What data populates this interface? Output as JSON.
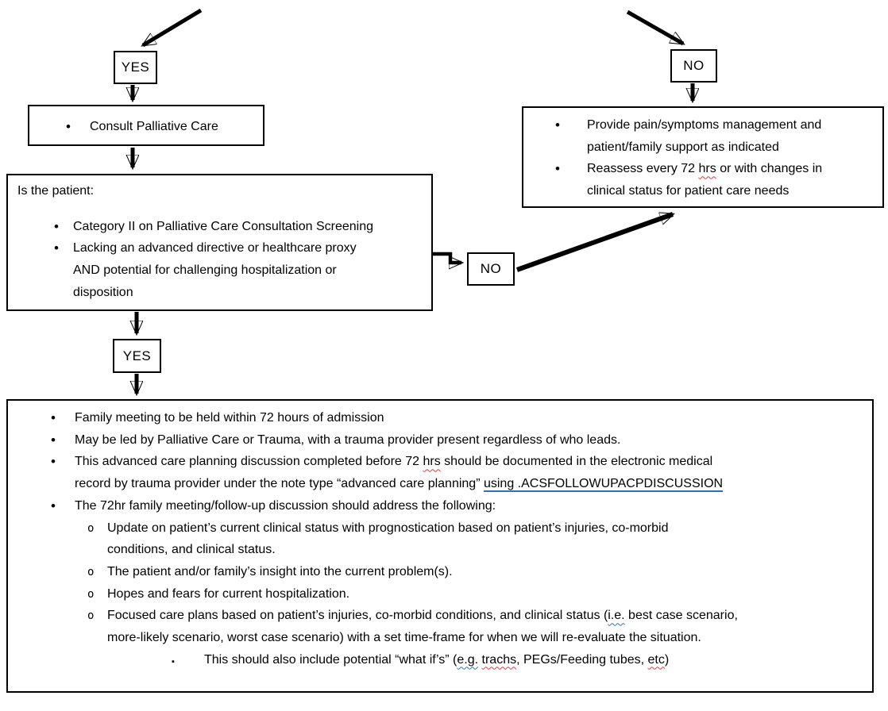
{
  "colors": {
    "line": "#000000",
    "squiggle-red": "#e03b3b",
    "squiggle-blue": "#2e74b5",
    "underline-blue": "#2e74b5"
  },
  "labels": {
    "yes_top": "YES",
    "yes_mid": "YES",
    "no_top": "NO",
    "no_mid": "NO"
  },
  "consult_box": {
    "items": [
      {
        "level": 1,
        "marker": "disc",
        "lines": [
          [
            {
              "t": "Consult Palliative Care"
            }
          ]
        ]
      }
    ]
  },
  "patient_box": {
    "title": "Is the patient:",
    "items": [
      {
        "level": 1,
        "marker": "disc",
        "lines": [
          [
            {
              "t": "Category II on Palliative Care Consultation Screening"
            }
          ]
        ]
      },
      {
        "level": 1,
        "marker": "disc",
        "lines": [
          [
            {
              "t": "Lacking an advanced directive or healthcare proxy"
            }
          ],
          [
            {
              "t": "AND potential for challenging hospitalization or"
            }
          ],
          [
            {
              "t": "disposition"
            }
          ]
        ]
      }
    ]
  },
  "outcome_box": {
    "items": [
      {
        "level": 1,
        "marker": "disc",
        "lines": [
          [
            {
              "t": "Provide pain/symptoms management and"
            }
          ],
          [
            {
              "t": "patient/family support as indicated"
            }
          ]
        ]
      },
      {
        "level": 1,
        "marker": "disc",
        "lines": [
          [
            {
              "t": "Reassess every 72 "
            },
            {
              "t": "hrs",
              "s": "red-squiggle"
            },
            {
              "t": " or with changes in"
            }
          ],
          [
            {
              "t": "clinical status for patient care needs"
            }
          ]
        ]
      }
    ]
  },
  "family_box": {
    "items": [
      {
        "level": 1,
        "marker": "disc",
        "lines": [
          [
            {
              "t": "Family meeting to be held within 72 hours of admission"
            }
          ]
        ]
      },
      {
        "level": 1,
        "marker": "disc",
        "lines": [
          [
            {
              "t": "May be led by Palliative Care or Trauma, with a trauma provider present regardless of who leads."
            }
          ]
        ]
      },
      {
        "level": 1,
        "marker": "disc",
        "lines": [
          [
            {
              "t": "This advanced care planning discussion completed before 72 "
            },
            {
              "t": "hrs",
              "s": "red-squiggle"
            },
            {
              "t": " should be documented in the electronic medical"
            }
          ],
          [
            {
              "t": "record by trauma provider under the note type “advanced care planning” "
            },
            {
              "t": "using .ACSFOLLOWUPACPDISCUSSION",
              "s": "blue-underline"
            }
          ]
        ]
      },
      {
        "level": 1,
        "marker": "disc",
        "lines": [
          [
            {
              "t": "The 72hr family meeting/follow-up discussion should address the following:"
            }
          ]
        ]
      },
      {
        "level": 2,
        "marker": "circle",
        "lines": [
          [
            {
              "t": "Update on patient’s current clinical status with prognostication based on patient’s injuries, co-morbid"
            }
          ],
          [
            {
              "t": "conditions, and clinical status."
            }
          ]
        ]
      },
      {
        "level": 2,
        "marker": "circle",
        "lines": [
          [
            {
              "t": "The patient and/or family’s insight into the current problem(s)."
            }
          ]
        ]
      },
      {
        "level": 2,
        "marker": "circle",
        "lines": [
          [
            {
              "t": "Hopes and fears for current hospitalization."
            }
          ]
        ]
      },
      {
        "level": 2,
        "marker": "circle",
        "lines": [
          [
            {
              "t": "Focused care plans based on patient’s injuries, co-morbid conditions, and clinical status ("
            },
            {
              "t": "i.e.",
              "s": "blue-squiggle"
            },
            {
              "t": " best case scenario,"
            }
          ],
          [
            {
              "t": "more-likely scenario, worst case scenario) with a set time-frame for when we will re-evaluate the situation."
            }
          ]
        ]
      },
      {
        "level": 3,
        "marker": "square",
        "lines": [
          [
            {
              "t": "This should also include potential “what if’s” ("
            },
            {
              "t": "e.g.",
              "s": "blue-squiggle"
            },
            {
              "t": " "
            },
            {
              "t": "trachs",
              "s": "red-squiggle"
            },
            {
              "t": ", PEGs/Feeding tubes, "
            },
            {
              "t": "etc",
              "s": "red-squiggle"
            },
            {
              "t": ")"
            }
          ]
        ]
      }
    ]
  }
}
